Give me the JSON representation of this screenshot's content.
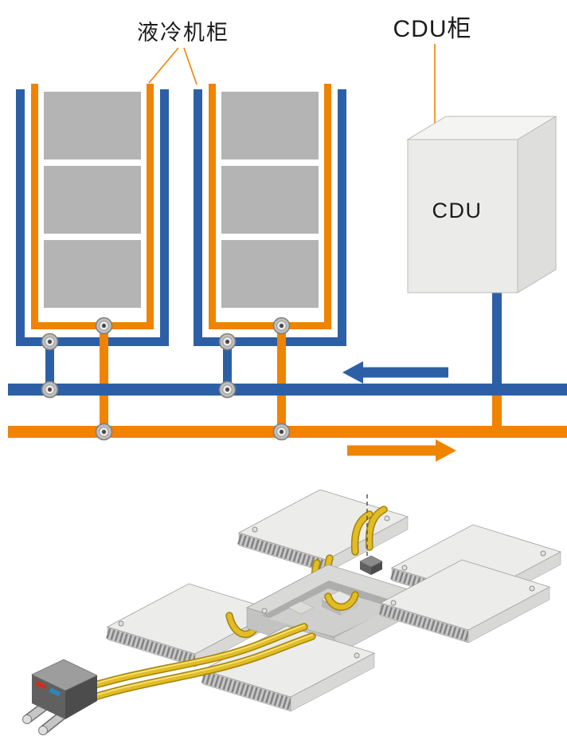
{
  "labels": {
    "cooling_cabinet": "液冷机柜",
    "cdu_cabinet": "CDU柜",
    "cdu_box": "CDU"
  },
  "schematic": {
    "cabinet_count": 2,
    "server_blocks_per_cabinet": 3,
    "valve_count": 8,
    "blue_arrow_direction": "left",
    "orange_arrow_direction": "right"
  },
  "colors": {
    "pipe_blue": "#2d5fa6",
    "pipe_orange": "#f08300",
    "server_block_gray": "#b4b4b4",
    "cdu_front": "#ebebe9",
    "coolant_tube_yellow": "#e2bc25",
    "connector_red": "#c92f22",
    "connector_blue": "#2e86b8"
  }
}
